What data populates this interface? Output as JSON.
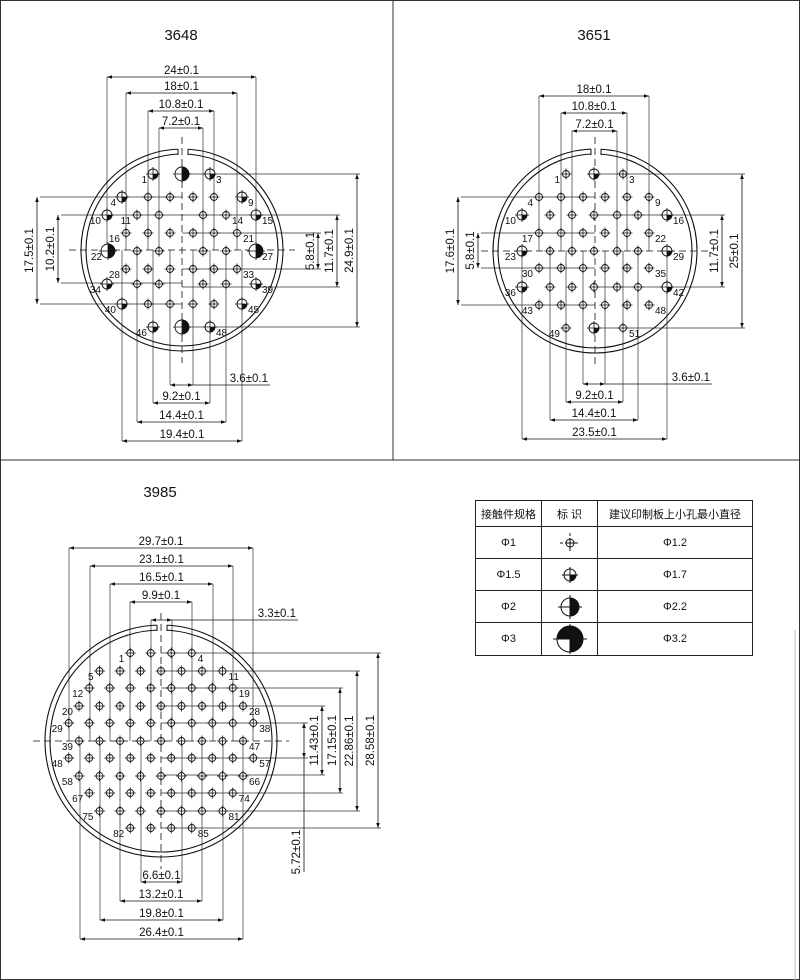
{
  "titles": {
    "c3648": "3648",
    "c3651": "3651",
    "c3985": "3985"
  },
  "c3648": {
    "pin_labels": [
      "1",
      "3",
      "4",
      "9",
      "10",
      "11",
      "14",
      "15",
      "16",
      "21",
      "22",
      "27",
      "28",
      "33",
      "34",
      "39",
      "40",
      "45",
      "46",
      "48"
    ],
    "dims": {
      "d24": "24±0.1",
      "d18": "18±0.1",
      "d10_8": "10.8±0.1",
      "d7_2": "7.2±0.1",
      "d3_6": "3.6±0.1",
      "d9_2": "9.2±0.1",
      "d14_4": "14.4±0.1",
      "d19_4": "19.4±0.1",
      "d17_5": "17.5±0.1",
      "d10_2": "10.2±0.1",
      "d5_8": "5.8±0.1",
      "d11_7": "11.7±0.1",
      "d24_9": "24.9±0.1"
    }
  },
  "c3651": {
    "pin_labels": [
      "1",
      "3",
      "4",
      "9",
      "10",
      "16",
      "17",
      "22",
      "23",
      "29",
      "30",
      "35",
      "36",
      "42",
      "43",
      "48",
      "49",
      "51"
    ],
    "dims": {
      "d18": "18±0.1",
      "d10_8": "10.8±0.1",
      "d7_2": "7.2±0.1",
      "d3_6": "3.6±0.1",
      "d9_2": "9.2±0.1",
      "d14_4": "14.4±0.1",
      "d23_5": "23.5±0.1",
      "d17_6": "17.6±0.1",
      "d5_8": "5.8±0.1",
      "d11_7": "11.7±0.1",
      "d25": "25±0.1"
    }
  },
  "c3985": {
    "pin_labels": [
      "1",
      "4",
      "5",
      "11",
      "12",
      "19",
      "20",
      "28",
      "29",
      "38",
      "39",
      "47",
      "48",
      "57",
      "58",
      "66",
      "67",
      "74",
      "75",
      "81",
      "82",
      "85"
    ],
    "dims": {
      "d29_7": "29.7±0.1",
      "d23_1": "23.1±0.1",
      "d16_5": "16.5±0.1",
      "d9_9": "9.9±0.1",
      "d3_3": "3.3±0.1",
      "d6_6": "6.6±0.1",
      "d13_2": "13.2±0.1",
      "d19_8": "19.8±0.1",
      "d26_4": "26.4±0.1",
      "d11_43": "11.43±0.1",
      "d17_15": "17.15±0.1",
      "d22_86": "22.86±0.1",
      "d28_58": "28.58±0.1",
      "d5_72": "5.72±0.1"
    }
  },
  "table": {
    "headers": [
      "接触件规格",
      "标 识",
      "建议印制板上小孔最小直径"
    ],
    "rows": [
      {
        "spec": "Φ1",
        "symbol": "phi1-symbol",
        "hole": "Φ1.2"
      },
      {
        "spec": "Φ1.5",
        "symbol": "phi1-5-symbol",
        "hole": "Φ1.7"
      },
      {
        "spec": "Φ2",
        "symbol": "phi2-symbol",
        "hole": "Φ2.2"
      },
      {
        "spec": "Φ3",
        "symbol": "phi3-symbol",
        "hole": "Φ3.2"
      }
    ]
  }
}
